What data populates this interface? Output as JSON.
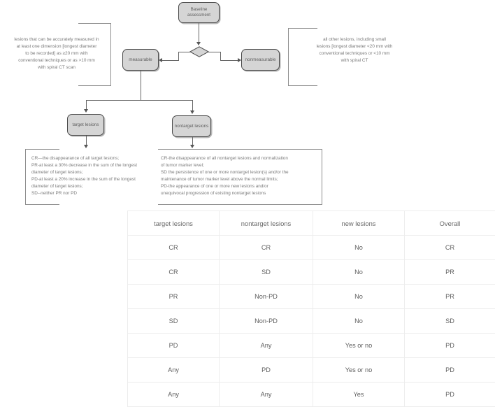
{
  "flowchart": {
    "nodes": {
      "baseline": "Baseline\nassessment",
      "measurable": "measurable",
      "nonmeasurable": "nonmeasurable",
      "target": "target lesions",
      "nontarget": "nontarget lesions"
    },
    "decision_icon": "decision-diamond"
  },
  "notes": {
    "measurable": "lesions that can be accurately measured in\nat least one dimension [longest diameter\nto be recorded] as  ≥20 mm with\nconventional techniques or as >10 mm\nwith spiral CT scan",
    "nonmeasurable": "all other lesions, including small\nlesions [longest diameter <20 mm with\nconventional techniques or <10 mm\nwith spiral CT",
    "target": "CR—the disappearance of all target lesions;\nPR-at least a 30% decrease in the sum of the longest\ndiameter of target lesions;\nPD-at least a 20% increase in the sum of the longest\ndiameter of target lesions;\nSD--neither PR nor PD",
    "nontarget": "CR-the disappearance of all nontarget lesions and normalization\nof tumor marker level;\nSD the persistence of one or more nontarget lesion(s) and/or the\nmaintenance of tumor marker level above the normal limits;\nPD-the appearance of one or more new lesions and/or\nunequivocal progression of existing nontarget lesions"
  },
  "table": {
    "headers": [
      "target lesions",
      "nontarget lesions",
      "new lesions",
      "Overall"
    ],
    "rows": [
      [
        "CR",
        "CR",
        "No",
        "CR"
      ],
      [
        "CR",
        "SD",
        "No",
        "PR"
      ],
      [
        "PR",
        "Non-PD",
        "No",
        "PR"
      ],
      [
        "SD",
        "Non-PD",
        "No",
        "SD"
      ],
      [
        "PD",
        "Any",
        "Yes or no",
        "PD"
      ],
      [
        "Any",
        "PD",
        "Yes or no",
        "PD"
      ],
      [
        "Any",
        "Any",
        "Yes",
        "PD"
      ]
    ]
  },
  "colors": {
    "node_fill": "#d5d5d5",
    "node_border": "#4a4a4a",
    "line": "#666666",
    "text": "#7a7a7a",
    "table_border": "#ededed"
  }
}
